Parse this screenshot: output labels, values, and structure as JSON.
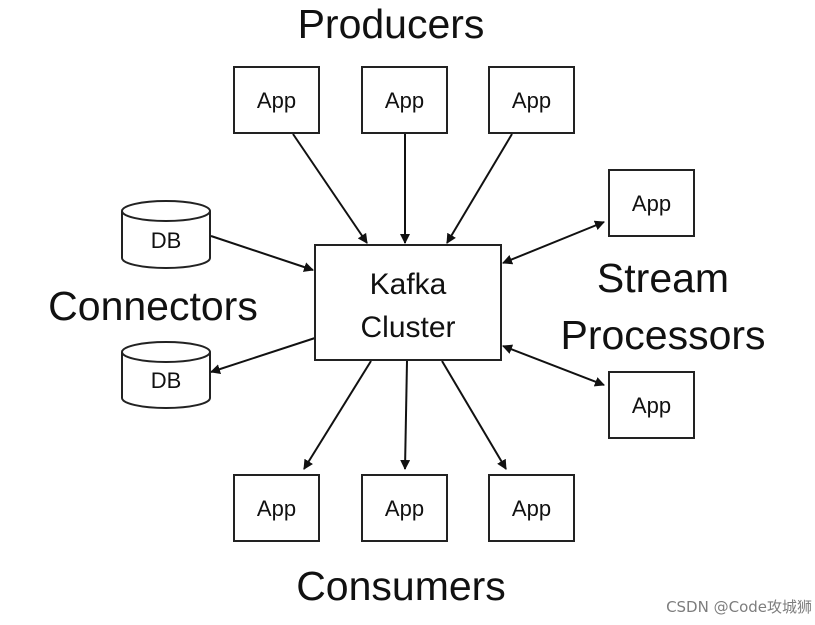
{
  "group_labels": {
    "producers": "Producers",
    "consumers": "Consumers",
    "connectors": "Connectors",
    "stream_processors": [
      "Stream",
      "Processors"
    ]
  },
  "cluster": {
    "lines": [
      "Kafka",
      "Cluster"
    ]
  },
  "producers": [
    {
      "label": "App"
    },
    {
      "label": "App"
    },
    {
      "label": "App"
    }
  ],
  "consumers": [
    {
      "label": "App"
    },
    {
      "label": "App"
    },
    {
      "label": "App"
    }
  ],
  "stream_processors": [
    {
      "label": "App"
    },
    {
      "label": "App"
    }
  ],
  "connectors": [
    {
      "label": "DB"
    },
    {
      "label": "DB"
    }
  ],
  "watermark": "CSDN @Code攻城狮"
}
